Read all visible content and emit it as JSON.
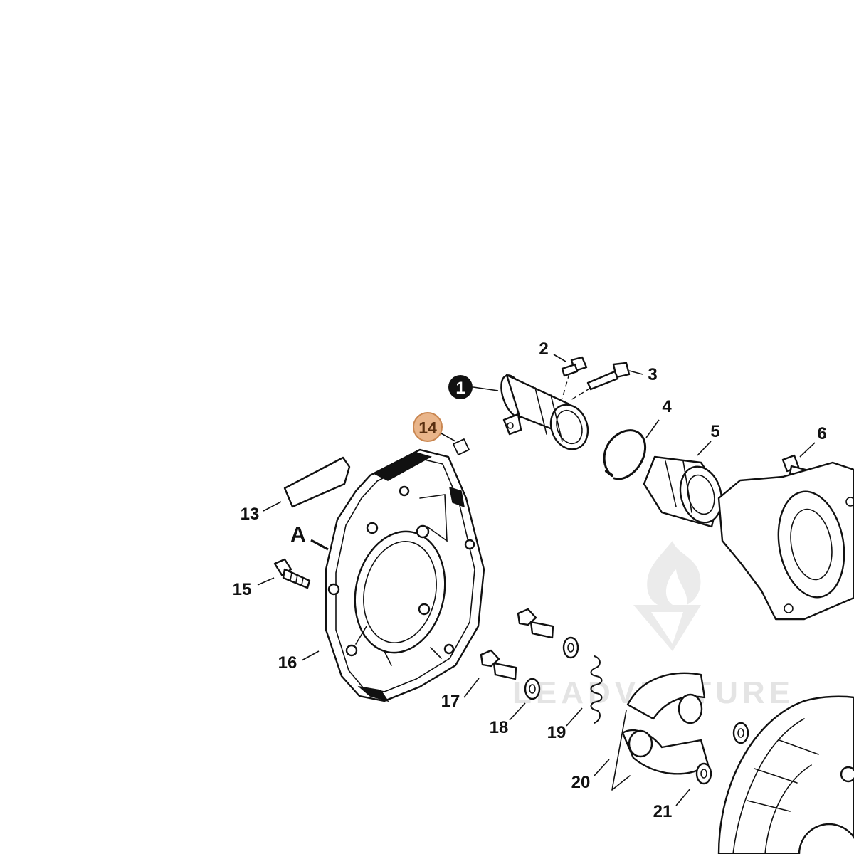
{
  "diagram": {
    "callouts": [
      {
        "id": "1",
        "label": "1",
        "style": "filled-circle"
      },
      {
        "id": "2",
        "label": "2"
      },
      {
        "id": "3",
        "label": "3"
      },
      {
        "id": "4",
        "label": "4"
      },
      {
        "id": "5",
        "label": "5"
      },
      {
        "id": "6",
        "label": "6"
      },
      {
        "id": "13",
        "label": "13"
      },
      {
        "id": "14",
        "label": "14",
        "style": "highlighted-circle"
      },
      {
        "id": "15",
        "label": "15"
      },
      {
        "id": "16",
        "label": "16"
      },
      {
        "id": "17",
        "label": "17"
      },
      {
        "id": "18",
        "label": "18"
      },
      {
        "id": "19",
        "label": "19"
      },
      {
        "id": "20",
        "label": "20"
      },
      {
        "id": "21",
        "label": "21"
      }
    ],
    "view_marker": "A",
    "watermark": "LEADVENTURE",
    "colors": {
      "line": "#111111",
      "highlight_fill": "#e9b58a",
      "highlight_stroke": "#c98650",
      "watermark": "#e4e4e4"
    }
  }
}
